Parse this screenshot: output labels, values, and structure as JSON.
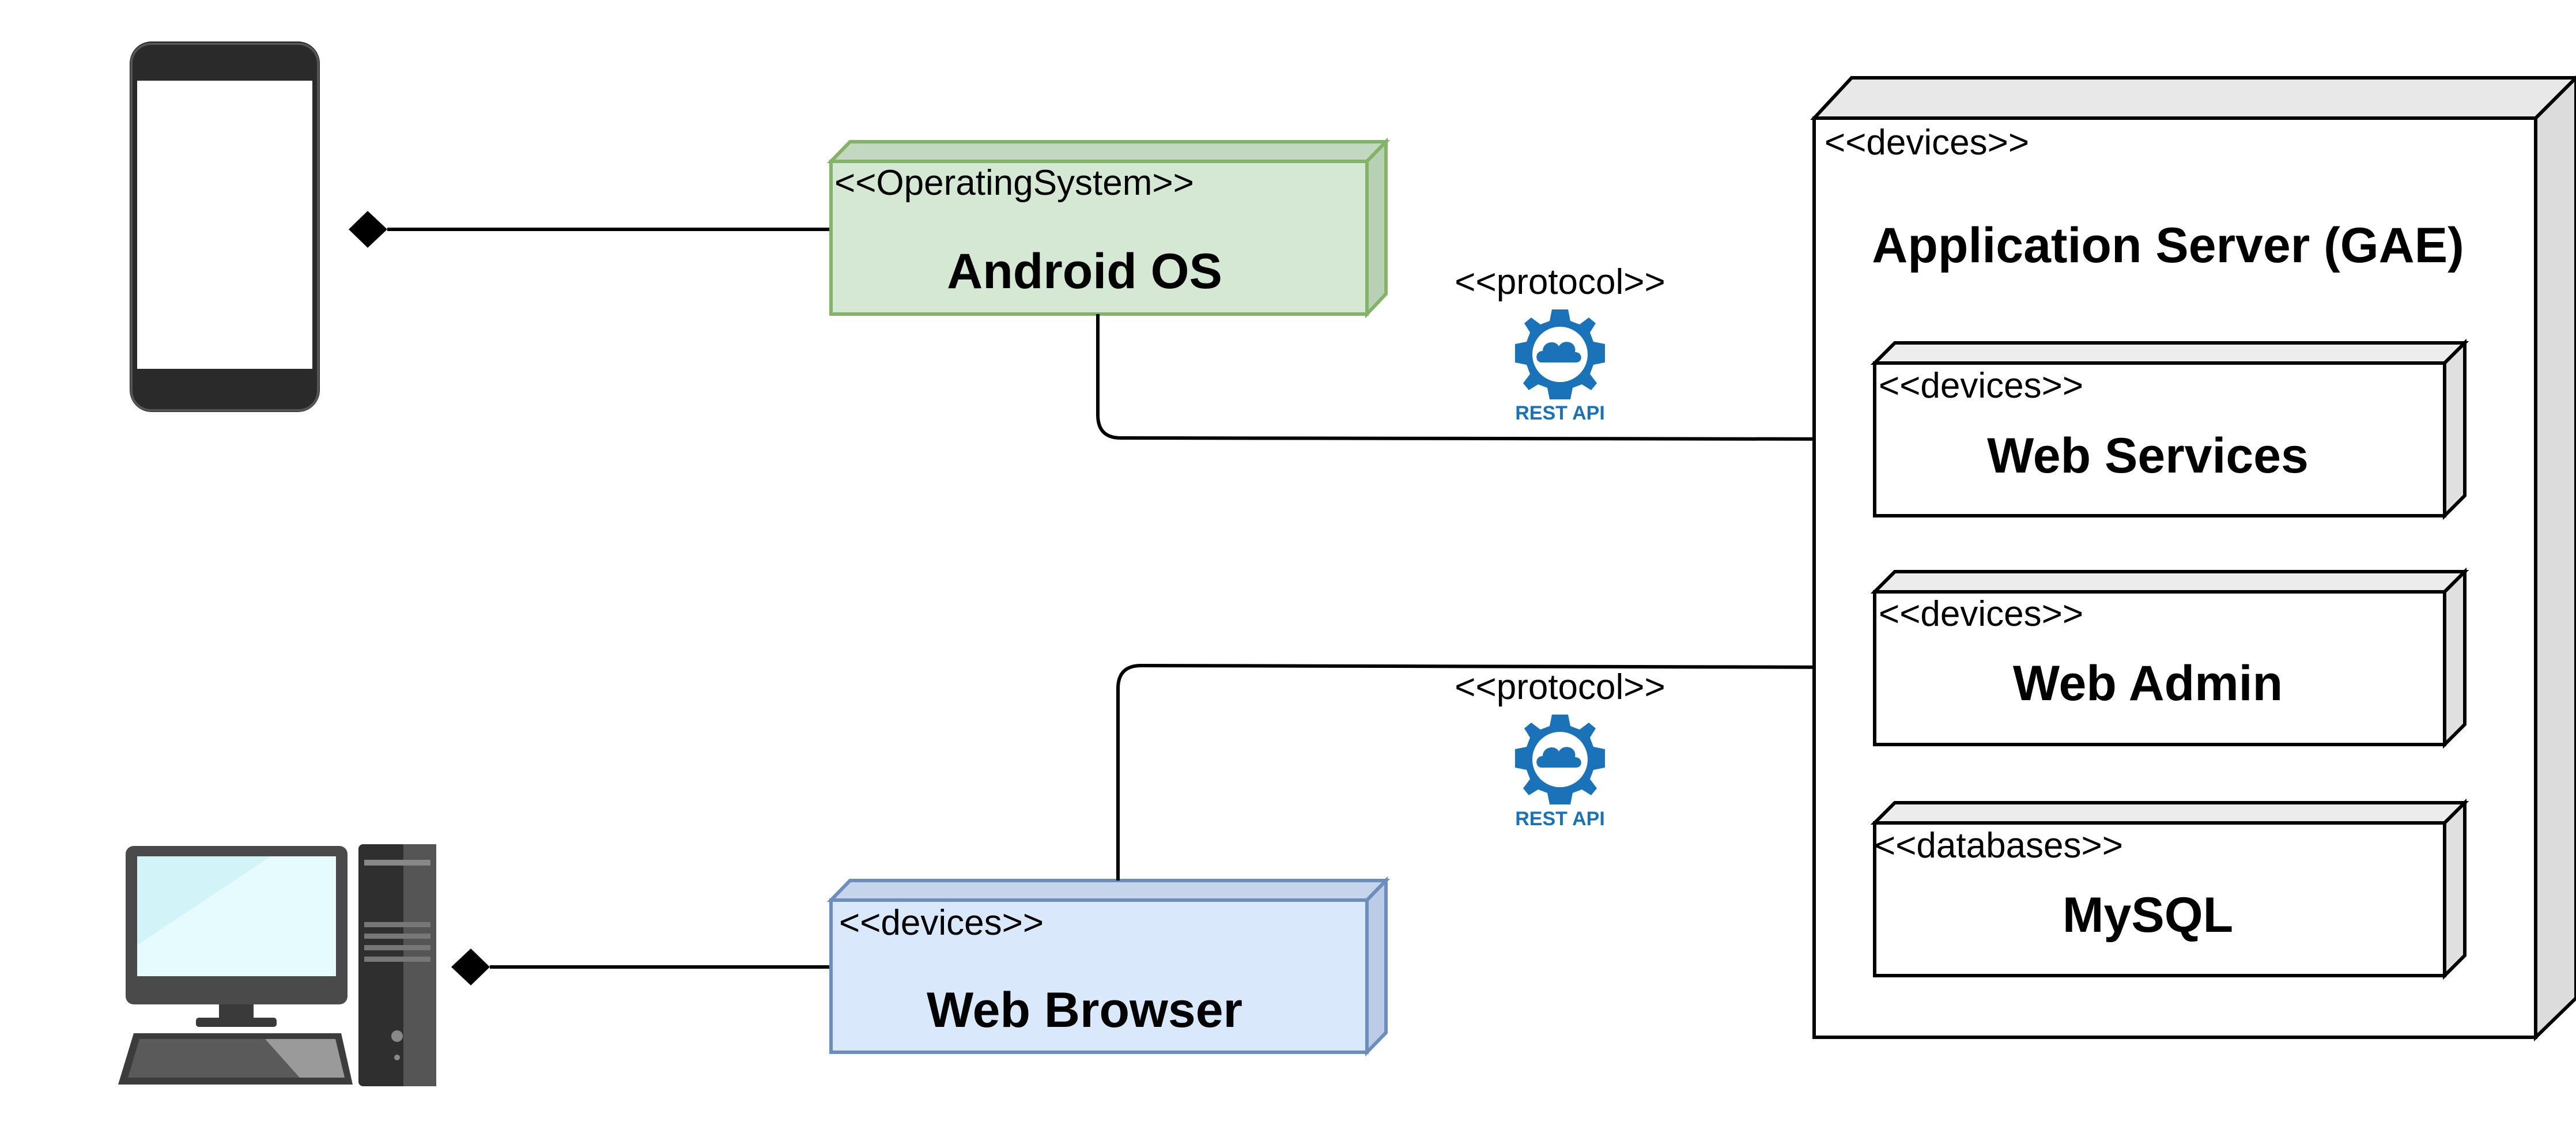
{
  "colors": {
    "android_fill": "#d5e8d4",
    "android_stroke": "#82b366",
    "browser_fill": "#dae8fc",
    "browser_stroke": "#6c8ebf",
    "box_fill": "#ffffff",
    "box_stroke": "#000000",
    "rest_blue": "#1a73b8"
  },
  "nodes": {
    "android_os": {
      "stereotype": "<<OperatingSystem>>",
      "label": "Android OS"
    },
    "web_browser": {
      "stereotype": "<<devices>>",
      "label": "Web Browser"
    },
    "app_server": {
      "stereotype": "<<devices>>",
      "label": "Application Server (GAE)"
    },
    "web_services": {
      "stereotype": "<<devices>>",
      "label": "Web Services"
    },
    "web_admin": {
      "stereotype": "<<devices>>",
      "label": "Web Admin"
    },
    "mysql": {
      "stereotype": "<<databases>>",
      "label": "MySQL"
    }
  },
  "connectors": {
    "top": {
      "stereotype": "<<protocol>>",
      "icon": "rest-api-gear-cloud-icon",
      "icon_label": "REST API"
    },
    "bottom": {
      "stereotype": "<<protocol>>",
      "icon": "rest-api-gear-cloud-icon",
      "icon_label": "REST API"
    }
  },
  "devices": {
    "phone": {
      "icon": "smartphone-icon"
    },
    "desktop": {
      "icon": "desktop-computer-icon"
    }
  }
}
